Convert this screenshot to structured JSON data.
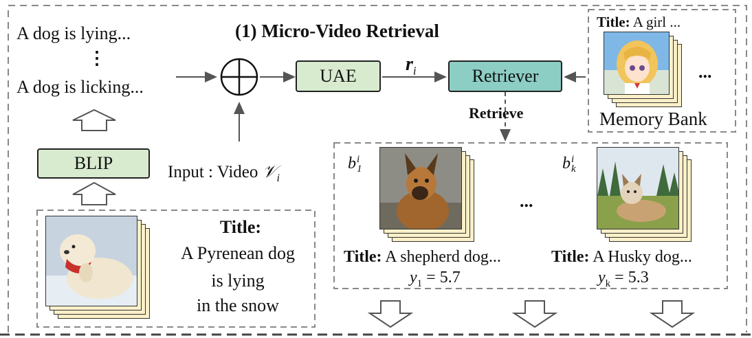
{
  "section_title": "(1) Micro-Video Retrieval",
  "captions": {
    "line1": "A dog is lying...",
    "dots": "⋮",
    "line2": "A dog is licking..."
  },
  "blip_label": "BLIP",
  "uae_label": "UAE",
  "r_label_base": "r",
  "r_label_sub": "i",
  "retriever_label": "Retriever",
  "retrieve_label": "Retrieve",
  "input_label_prefix": "Input : Video ",
  "input_label_symbol": "𝒱",
  "input_label_sub": "i",
  "memory_bank": {
    "title_key": "Title:",
    "title_value": " A girl ...",
    "ellipsis": "...",
    "label": "Memory Bank"
  },
  "input_video": {
    "title_key": "Title:",
    "lines": [
      "A Pyrenean  dog",
      "is lying",
      "in the snow"
    ]
  },
  "retrieved": {
    "ellipsis": "...",
    "items": [
      {
        "b_base": "b",
        "b_sup": "i",
        "b_sub": "1",
        "title_key": "Title:",
        "title_value": " A shepherd dog...",
        "y_base": "y",
        "y_sub": "1",
        "y_value": " = 5.7"
      },
      {
        "b_base": "b",
        "b_sup": "i",
        "b_sub": "k",
        "title_key": "Title:",
        "title_value": " A Husky dog...",
        "y_base": "y",
        "y_sub": "k",
        "y_value": " = 5.3"
      }
    ]
  }
}
